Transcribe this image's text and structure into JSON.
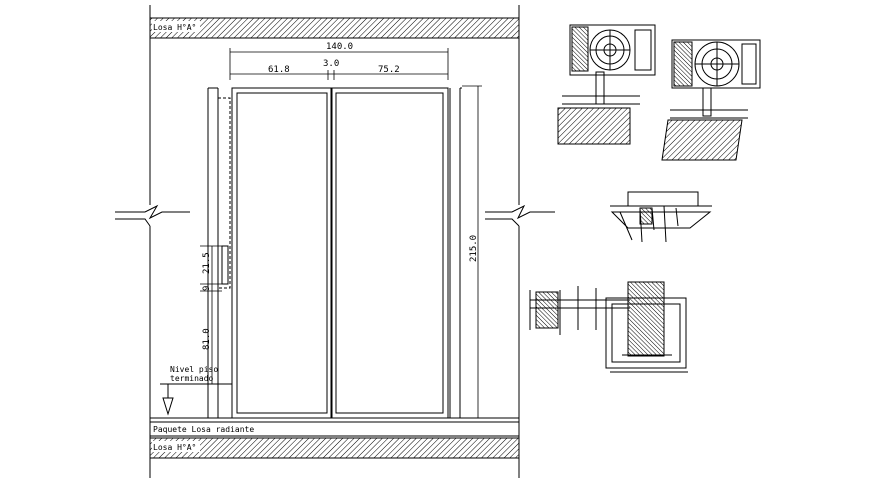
{
  "slab_labels": {
    "top": "Losa H°A°",
    "bottom": "Losa H°A°",
    "floor_package": "Paquete Losa radiante"
  },
  "floor_note": {
    "line1": "Nivel piso",
    "line2": "terminado"
  },
  "dimensions": {
    "total_width": "140.0",
    "left_leaf": "61.8",
    "gap": "3.0",
    "right_leaf": "75.2",
    "height": "215.0",
    "handle_length": "21.5",
    "handle_offset": "9",
    "handle_height": "81.0"
  }
}
